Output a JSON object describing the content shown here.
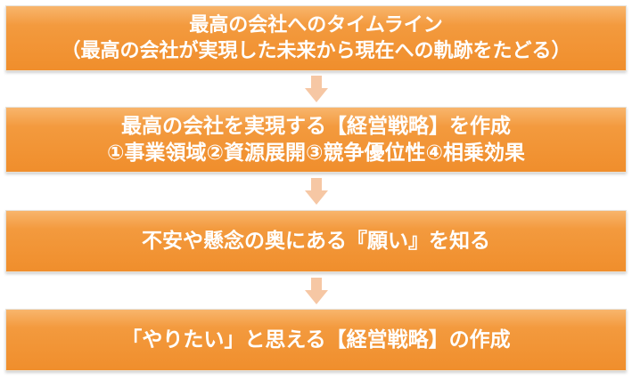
{
  "steps": [
    {
      "lines": [
        "最高の会社へのタイムライン",
        "（最高の会社が実現した未来から現在への軌跡をたどる）"
      ]
    },
    {
      "lines": [
        "最高の会社を実現する【経営戦略】を作成",
        "①事業領域②資源展開③競争優位性④相乗効果"
      ]
    },
    {
      "lines": [
        "不安や懸念の奥にある『願い』を知る"
      ]
    },
    {
      "lines": [
        "「やりたい」と思える【経営戦略】の作成"
      ]
    }
  ],
  "colors": {
    "box_fill": "#f08e2c",
    "arrow_fill": "#f6c7a4",
    "text": "#ffffff"
  }
}
